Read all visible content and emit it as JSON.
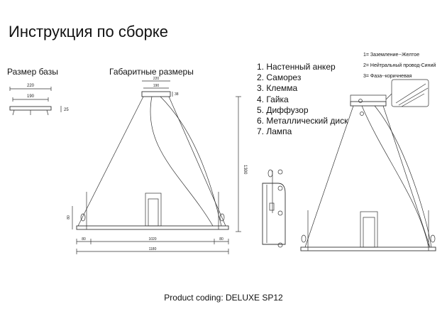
{
  "title": "Инструкция по сборке",
  "base_section": {
    "title": "Размер базы",
    "width_outer": "220",
    "width_inner": "190",
    "height": "25"
  },
  "dims_section": {
    "title": "Габаритные размеры",
    "canopy_outer": "220",
    "canopy_inner": "190",
    "canopy_height": "38",
    "total_height": "1300",
    "side_height": "80",
    "segment_left": "80",
    "segment_middle": "1020",
    "segment_right": "80",
    "total_width": "1180"
  },
  "parts": [
    "1. Настенный анкер",
    "2. Саморез",
    "3. Клемма",
    "4. Гайка",
    "5. Диффузор",
    "6. Металлический диск",
    "7. Лампа"
  ],
  "wires": [
    "1= Заземление--Желтое",
    "2= Нейтральный провод-Синий",
    "3= Фаза--коричневая"
  ],
  "footer": "Product coding: DELUXE SP12"
}
